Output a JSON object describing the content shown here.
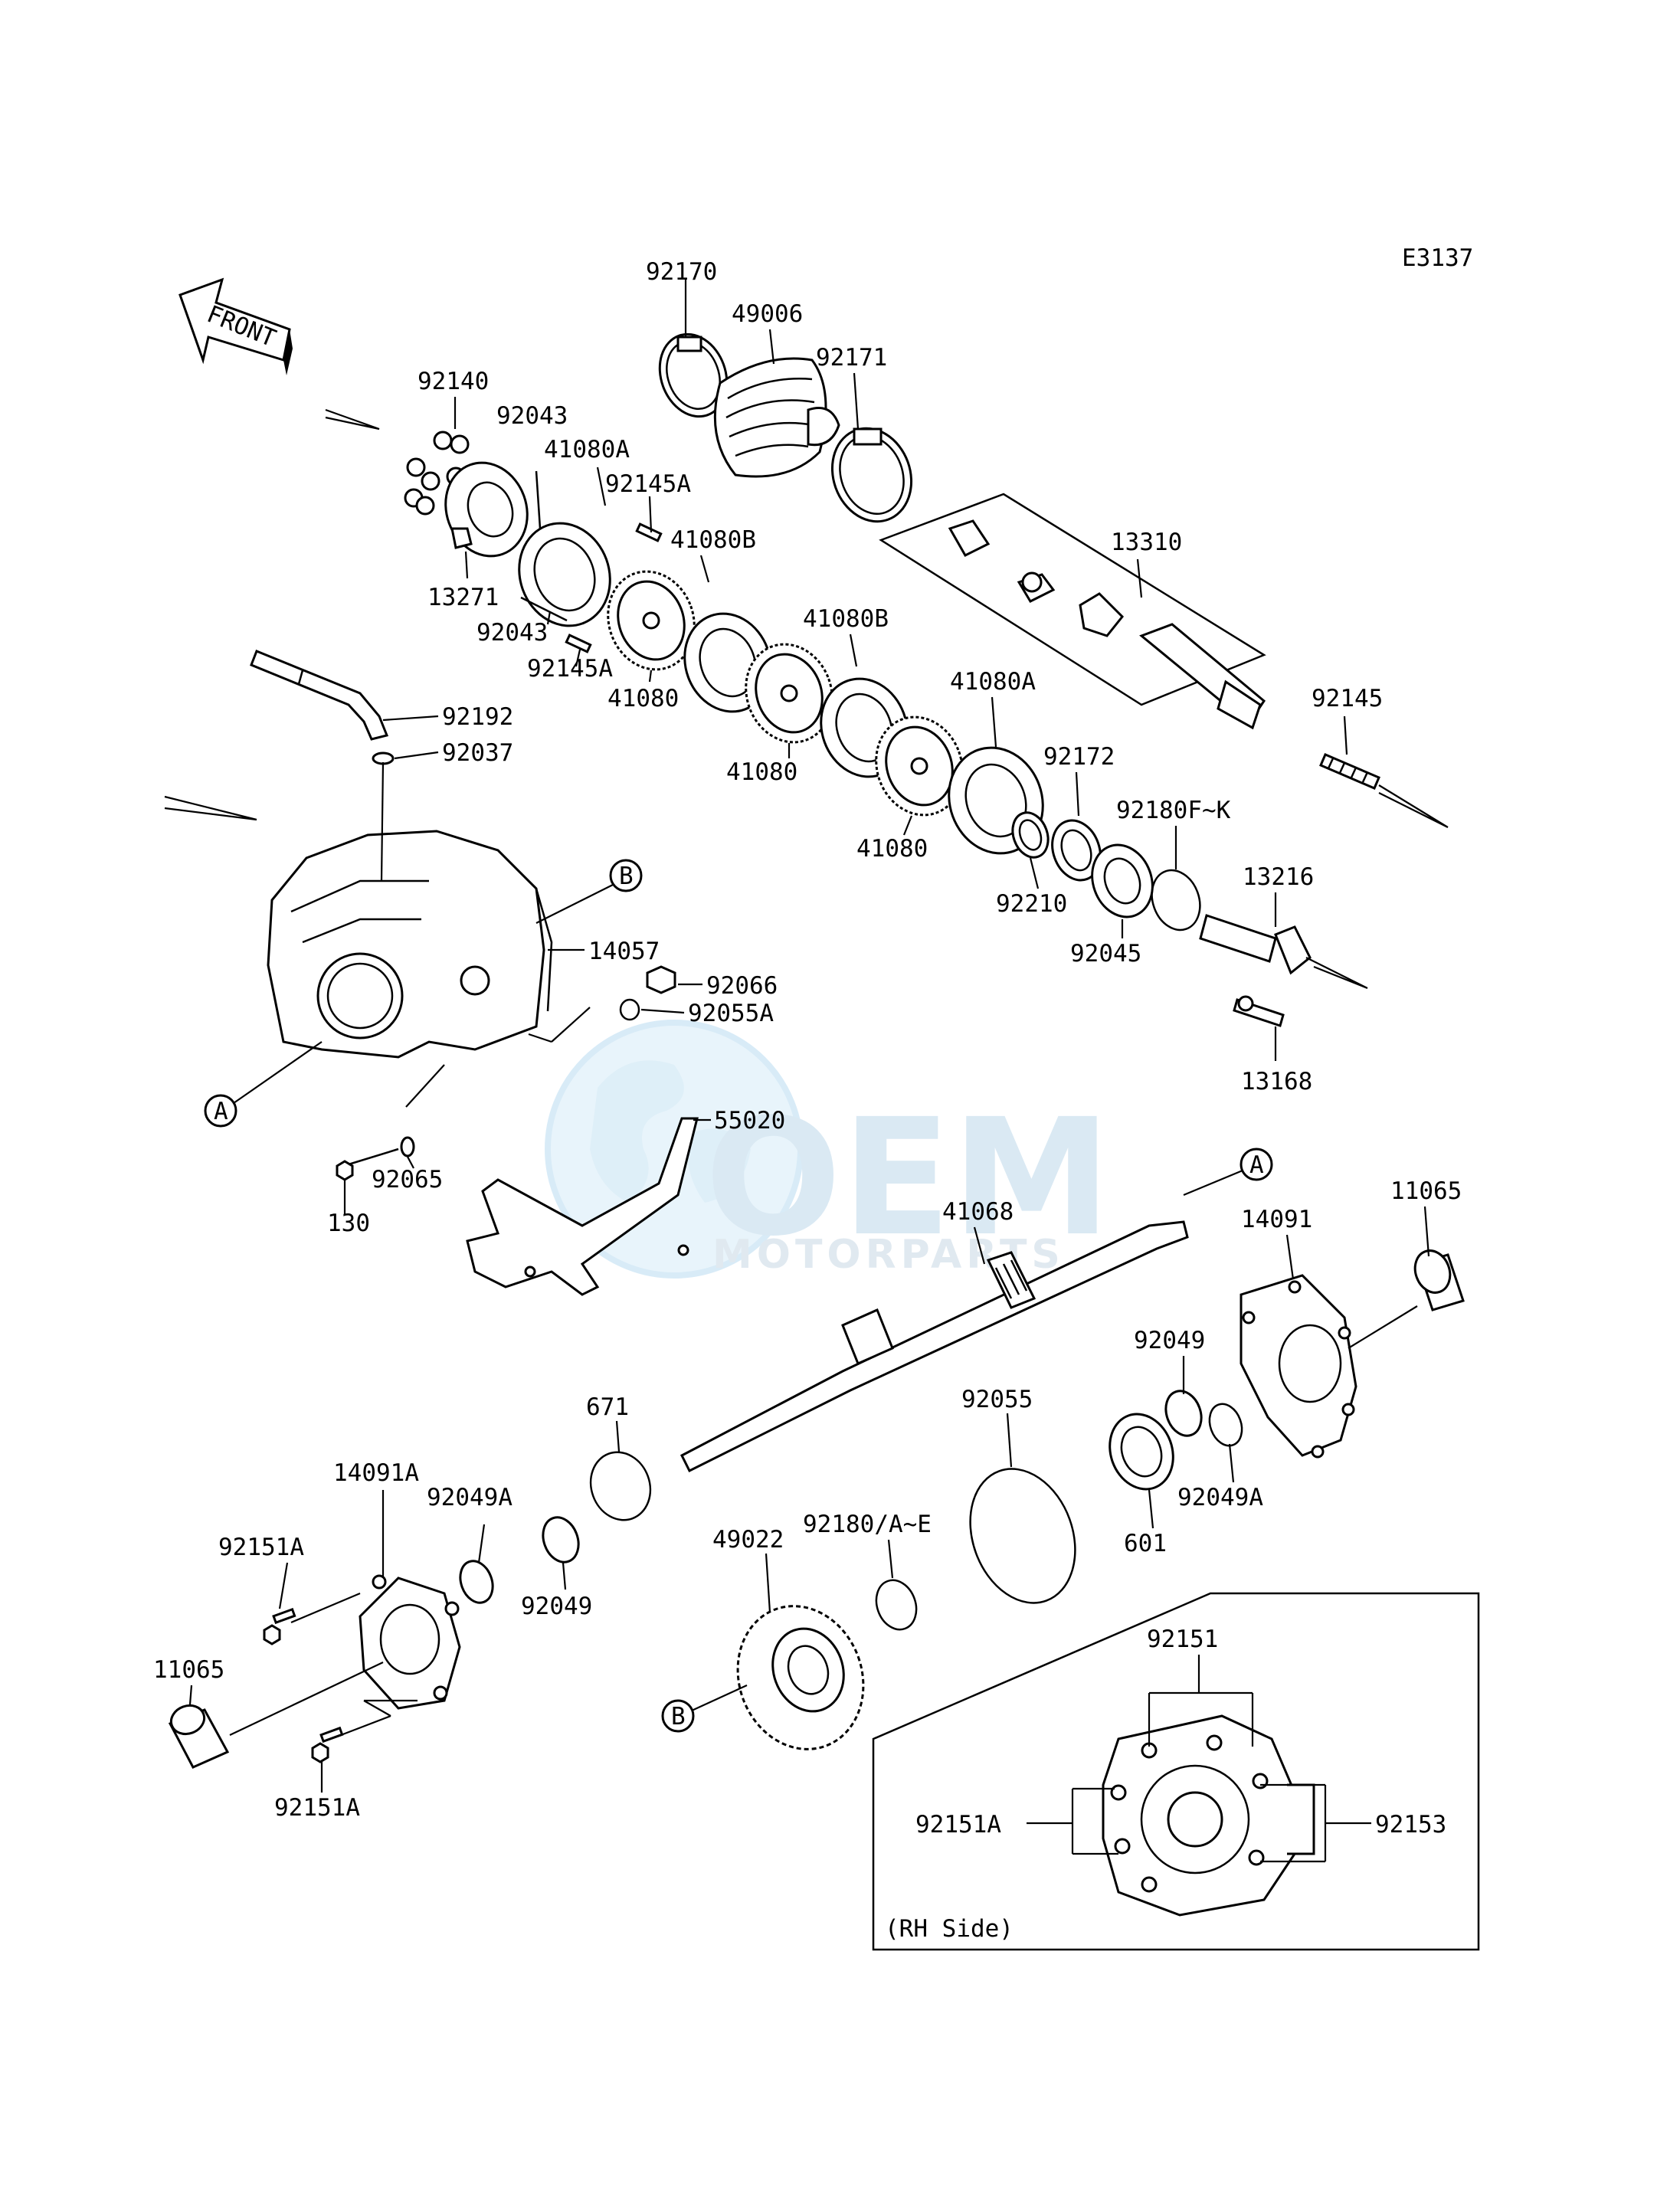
{
  "diagram_code": "E3137",
  "front_label": "FRONT",
  "inset_caption": "(RH Side)",
  "watermark": {
    "brand": "OEM",
    "tagline": "MOTORPARTS"
  },
  "callout_letters": {
    "a": "A",
    "b": "B"
  },
  "parts": {
    "p92170": "92170",
    "p49006": "49006",
    "p92171": "92171",
    "p92140": "92140",
    "p92043_top": "92043",
    "p41080A_top": "41080A",
    "p92145A_top": "92145A",
    "p13271": "13271",
    "p92043_bot": "92043",
    "p92145A_bot": "92145A",
    "p41080B_1": "41080B",
    "p41080_1": "41080",
    "p41080B_2": "41080B",
    "p41080_2": "41080",
    "p41080A_2": "41080A",
    "p41080_3": "41080",
    "p13310": "13310",
    "p92145": "92145",
    "p92172": "92172",
    "p92180FK": "92180F~K",
    "p92210": "92210",
    "p92045": "92045",
    "p13216": "13216",
    "p13168": "13168",
    "p92192": "92192",
    "p92037": "92037",
    "p14057": "14057",
    "p92066": "92066",
    "p92055A": "92055A",
    "p55020": "55020",
    "p92065": "92065",
    "p130": "130",
    "p41068": "41068",
    "p14091": "14091",
    "p11065_right": "11065",
    "p92049_right": "92049",
    "p92049A_right": "92049A",
    "p92055": "92055",
    "p671": "671",
    "p601": "601",
    "p14091A": "14091A",
    "p92049A_left": "92049A",
    "p92151A_upper": "92151A",
    "p92049_left": "92049",
    "p11065_left": "11065",
    "p92151A_lower": "92151A",
    "p92180AE": "92180/A~E",
    "p49022": "49022",
    "p92151_inset": "92151",
    "p92151A_inset": "92151A",
    "p92153_inset": "92153"
  }
}
